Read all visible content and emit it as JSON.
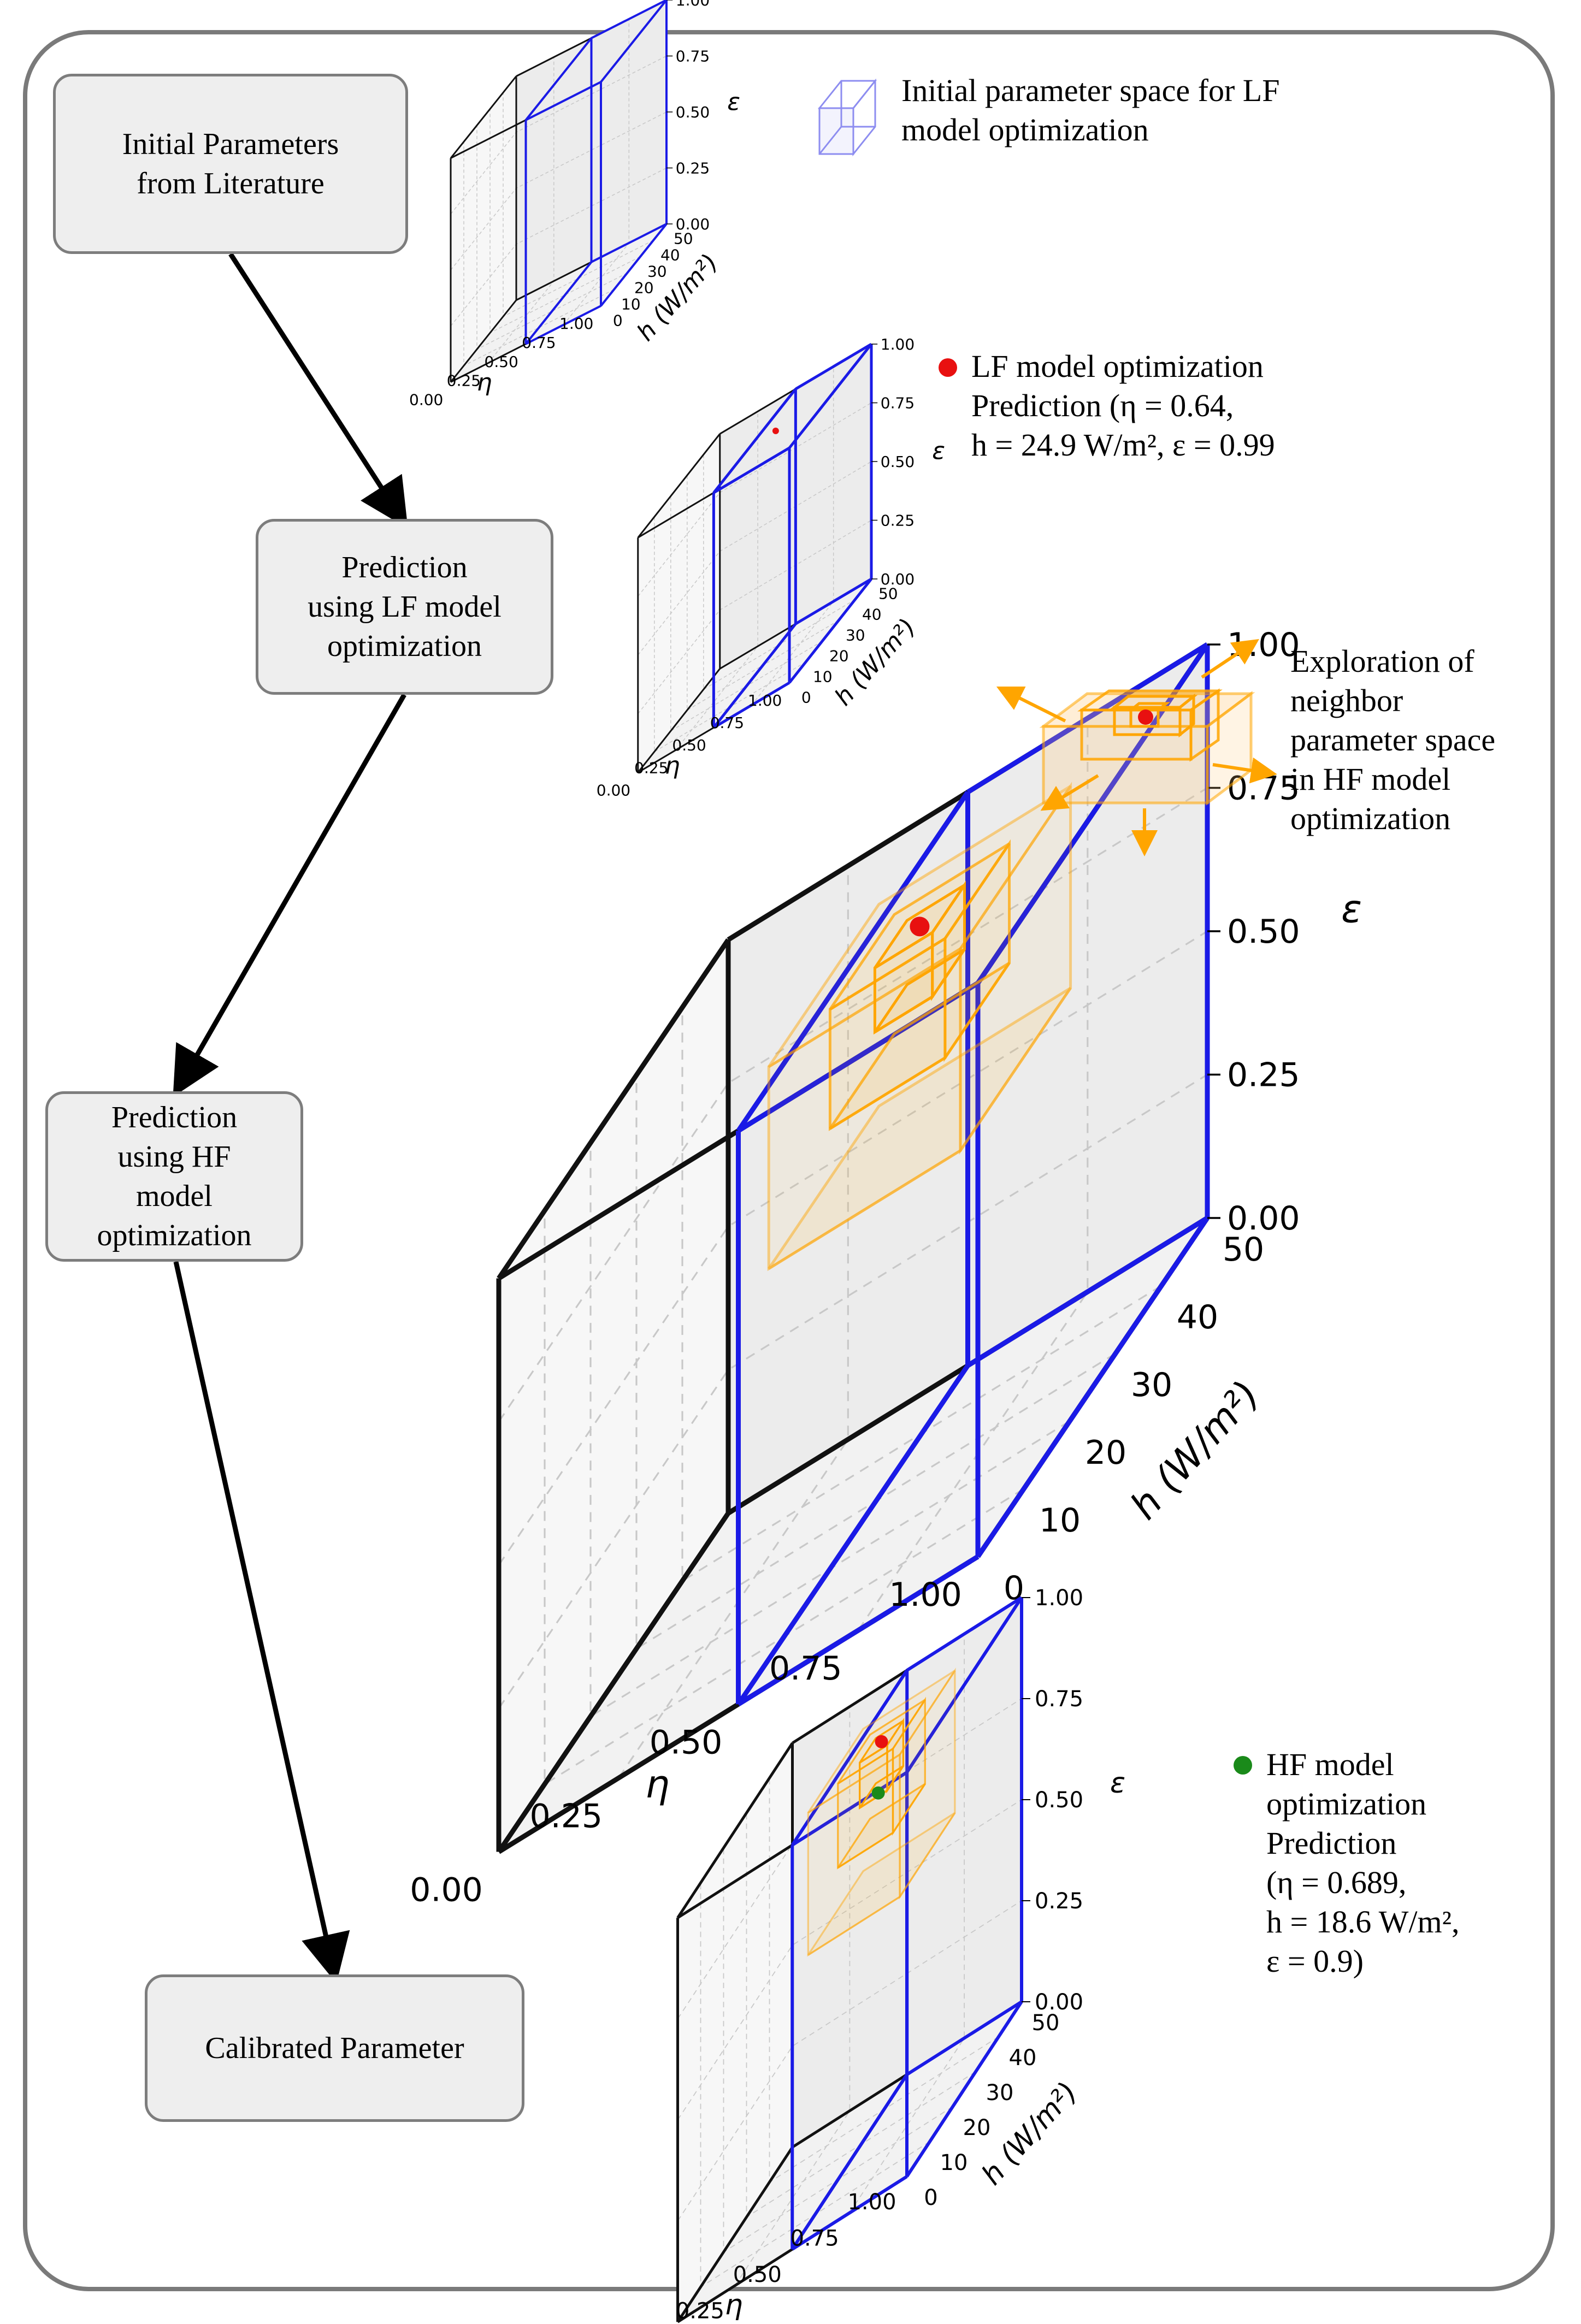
{
  "steps": {
    "initial": "Initial  Parameters\nfrom Literature",
    "lf": "Prediction\nusing LF model\noptimization",
    "hf": "Prediction\nusing HF\nmodel\noptimization",
    "calibrated": "Calibrated  Parameter"
  },
  "annotations": {
    "initial_space": "Initial parameter space for LF\nmodel optimization",
    "lf_prediction": "LF model optimization\nPrediction (η = 0.64,\nh = 24.9 W/m², ε = 0.99",
    "exploration": "Exploration of\nneighbor\nparameter space\nin  HF model\noptimization",
    "hf_prediction": "HF model\noptimization\nPrediction\n(η = 0.689,\nh = 18.6 W/m²,\nε = 0.9)"
  },
  "axes": {
    "eta_label": "η",
    "h_label": "h (W/m²)",
    "eps_label": "ε",
    "eta_ticks": [
      "0.00",
      "0.25",
      "0.50",
      "0.75",
      "1.00"
    ],
    "h_ticks": [
      "0",
      "10",
      "20",
      "30",
      "40",
      "50"
    ],
    "eps_ticks": [
      "0.00",
      "0.25",
      "0.50",
      "0.75",
      "1.00"
    ]
  },
  "colors": {
    "subspace": "#1a1ae6",
    "lf_point": "#e81010",
    "hf_point": "#1a8a1a",
    "exploration": "#ffa500"
  },
  "chart_data": [
    {
      "type": "scatter",
      "title": "",
      "xlabel": "η",
      "ylabel": "h (W/m²)",
      "zlabel": "ε",
      "xlim": [
        0,
        1
      ],
      "ylim": [
        0,
        50
      ],
      "zlim": [
        0,
        1
      ],
      "box": {
        "eta": [
          0.5,
          1.0
        ],
        "h": [
          0,
          50
        ],
        "eps": [
          0,
          1
        ]
      },
      "points": []
    },
    {
      "type": "scatter",
      "title": "",
      "xlabel": "η",
      "ylabel": "h (W/m²)",
      "zlabel": "ε",
      "xlim": [
        0,
        1
      ],
      "ylim": [
        0,
        50
      ],
      "zlim": [
        0,
        1
      ],
      "box": {
        "eta": [
          0.5,
          1.0
        ],
        "h": [
          0,
          50
        ],
        "eps": [
          0,
          1
        ]
      },
      "points": [
        {
          "eta": 0.64,
          "h": 24.9,
          "eps": 0.99,
          "label": "LF model optimization"
        }
      ]
    },
    {
      "type": "scatter",
      "title": "",
      "xlabel": "η",
      "ylabel": "h (W/m²)",
      "zlabel": "ε",
      "xlim": [
        0,
        1
      ],
      "ylim": [
        0,
        50
      ],
      "zlim": [
        0,
        1
      ],
      "box": {
        "eta": [
          0.5,
          1.0
        ],
        "h": [
          0,
          50
        ],
        "eps": [
          0,
          1
        ]
      },
      "points": [
        {
          "eta": 0.64,
          "h": 24.9,
          "eps": 0.99,
          "label": "LF model optimization"
        }
      ]
    },
    {
      "type": "scatter",
      "title": "",
      "xlabel": "η",
      "ylabel": "h (W/m²)",
      "zlabel": "ε",
      "xlim": [
        0,
        1
      ],
      "ylim": [
        0,
        50
      ],
      "zlim": [
        0,
        1
      ],
      "box": {
        "eta": [
          0.5,
          1.0
        ],
        "h": [
          0,
          50
        ],
        "eps": [
          0,
          1
        ]
      },
      "points": [
        {
          "eta": 0.64,
          "h": 24.9,
          "eps": 0.99,
          "label": "LF model optimization"
        },
        {
          "eta": 0.689,
          "h": 18.6,
          "eps": 0.9,
          "label": "HF model optimization"
        }
      ]
    }
  ]
}
